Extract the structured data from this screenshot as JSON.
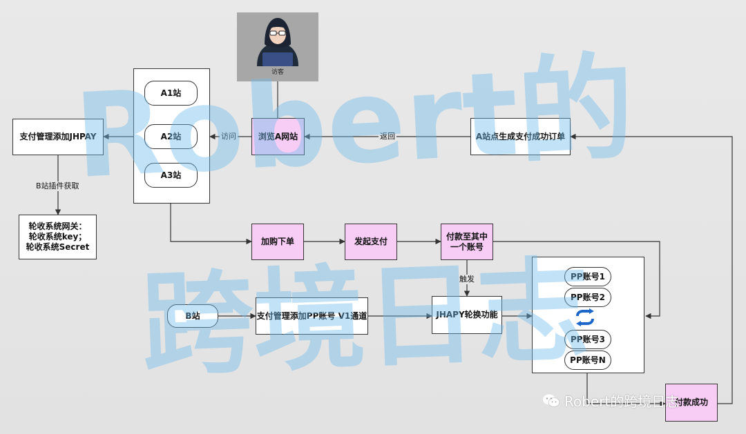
{
  "visitor": {
    "caption": "访客"
  },
  "nodes": {
    "browse_site": "浏览A网站",
    "payment_mgmt_jhpay": "支付管理添加JHPAY",
    "gateway_info": [
      "轮收系统网关：",
      "轮收系统key；",
      "轮收系统Secret"
    ],
    "order_created": "A站点生成支付成功订单",
    "add_to_cart": "加购下单",
    "initiate_payment": "发起支付",
    "pay_to_account": [
      "付款至其中",
      "一个账号"
    ],
    "site_b": "B站",
    "payment_mgmt_pp": "支付管理添加PP账号 V1通道",
    "jhapy_rotate": "JHAPY轮换功能",
    "payment_success": "付款成功"
  },
  "sites": [
    "A1站",
    "A2站",
    "A3站"
  ],
  "pp_accounts": [
    "PP账号1",
    "PP账号2",
    "PP账号3",
    "PP账号N"
  ],
  "edge_labels": {
    "visit": "访问",
    "return": "返回",
    "b_plugin": "B站插件获取",
    "trigger": "触发"
  },
  "watermark": {
    "line1": "Robert的",
    "line2": "跨境日志"
  },
  "footer": {
    "text": "Robert的跨境日志"
  },
  "colors": {
    "pink": "#f7cdf5",
    "watermark": "#6eb9eb",
    "rotate_icon": "#1c67c9"
  }
}
